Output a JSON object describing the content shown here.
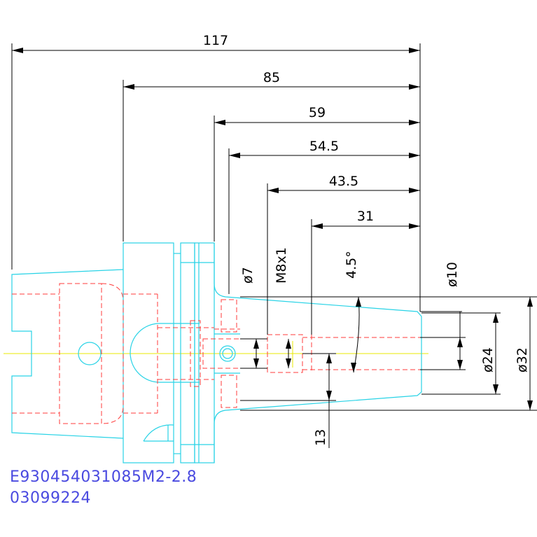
{
  "dimensions": {
    "d117": "117",
    "d85": "85",
    "d59": "59",
    "d54_5": "54.5",
    "d43_5": "43.5",
    "d31": "31",
    "d13": "13",
    "angle": "4.5°",
    "phi7": "ø7",
    "thread": "M8x1",
    "phi10": "ø10",
    "phi24": "ø24",
    "phi32": "ø32"
  },
  "part": {
    "code": "E930454031085M2-2.8",
    "serial": "03099224"
  },
  "colors": {
    "outline": "#29d3e6",
    "hidden": "#ff3b3b",
    "centerline": "#e8e800",
    "dimension": "#000000",
    "code_text": "#4a4ae0"
  }
}
